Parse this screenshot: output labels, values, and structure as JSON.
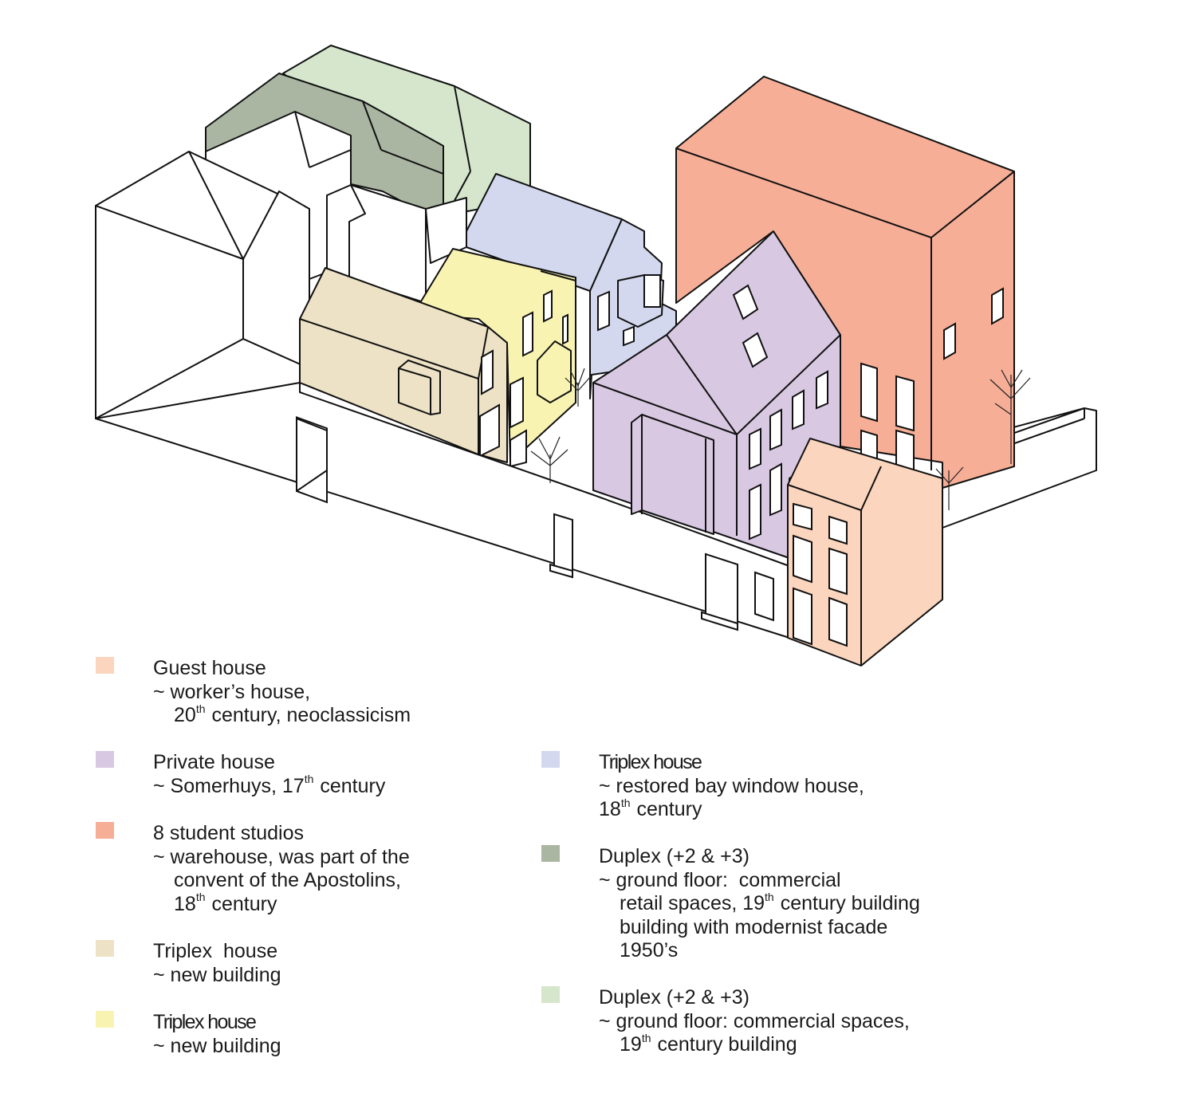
{
  "colors": {
    "guest_house": "#fbd5bd",
    "private_house": "#d8c8e2",
    "student_studios": "#f7ae96",
    "triplex_beige": "#ede2c6",
    "triplex_yellow": "#f9f3b2",
    "triplex_blue": "#d3d8ee",
    "duplex_dark": "#aab5a2",
    "duplex_light": "#d5e6cc"
  },
  "legend": {
    "guest": {
      "title": "Guest house",
      "line1": "~ worker’s house,",
      "line2_pre": "20",
      "line2_sup": "th",
      "line2_post": "century, neoclassicism"
    },
    "private": {
      "title": "Private house",
      "line1_pre": "~ Somerhuys, 17",
      "line1_sup": "th",
      "line1_post": "century"
    },
    "studios": {
      "title": "8 student studios",
      "line1": "~ warehouse, was part of the",
      "line2": "convent of the Apostolins,",
      "line3_pre": "18",
      "line3_sup": "th",
      "line3_post": "century"
    },
    "triplex_beige": {
      "title": "Triplex  house",
      "line1": "~ new building"
    },
    "triplex_yellow": {
      "title": "Triplex house",
      "line1": "~ new building"
    },
    "triplex_blue": {
      "title": "Triplex house",
      "line1": "~ restored bay window house,",
      "line2_pre": "18",
      "line2_sup": "th",
      "line2_post": "century"
    },
    "duplex_dark": {
      "title": "Duplex (+2 & +3)",
      "line1": "~ ground floor:  commercial",
      "line2_pre": "retail spaces, 19",
      "line2_sup": "th",
      "line2_post": "century building",
      "line3": "building with modernist facade",
      "line4": "1950’s"
    },
    "duplex_light": {
      "title": "Duplex (+2 & +3)",
      "line1": "~ ground floor: commercial spaces,",
      "line2_pre": "19",
      "line2_sup": "th",
      "line2_post": "century building"
    }
  }
}
